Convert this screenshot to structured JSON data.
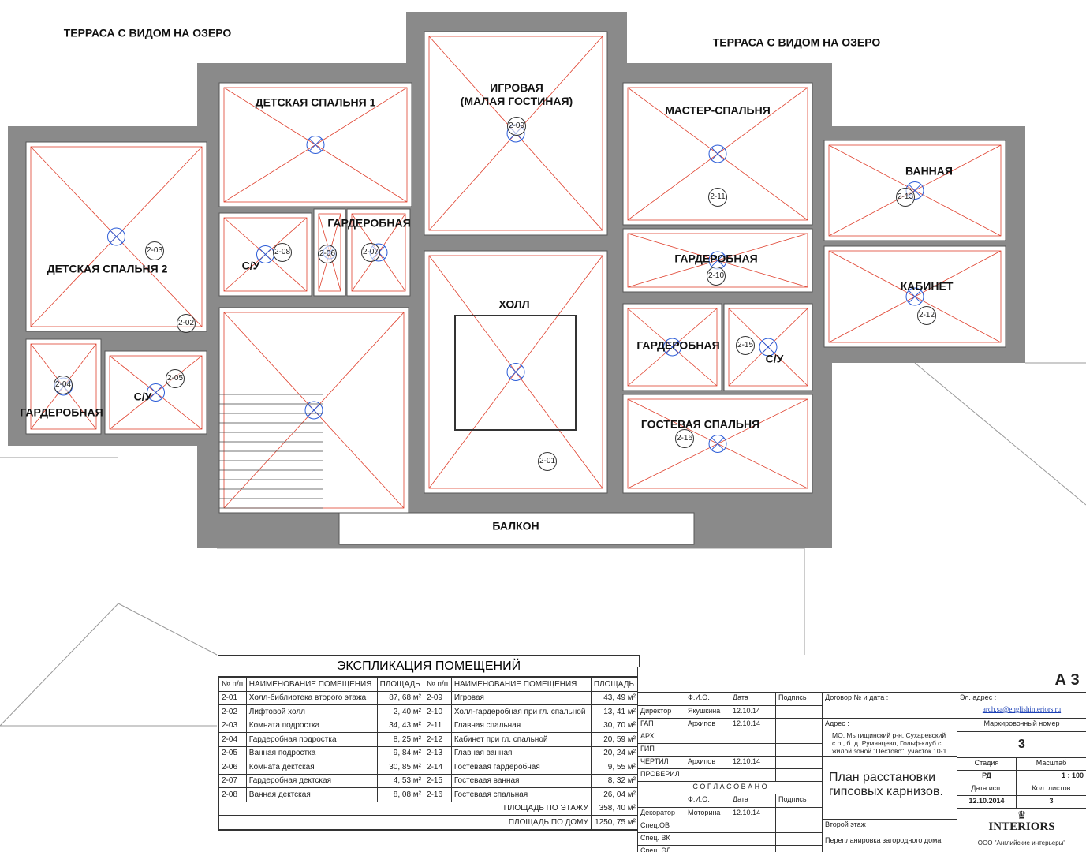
{
  "terrace_labels": [
    "ТЕРРАСА С ВИДОМ НА ОЗЕРО",
    "ТЕРРАСА С ВИДОМ НА ОЗЕРО"
  ],
  "rooms": [
    {
      "id": "kids1",
      "label": "ДЕТСКАЯ СПАЛЬНЯ 1",
      "num": ""
    },
    {
      "id": "play",
      "label": "ИГРОВАЯ\n(МАЛАЯ ГОСТИНАЯ)",
      "num": "2-09"
    },
    {
      "id": "master",
      "label": "МАСТЕР-СПАЛЬНЯ",
      "num": "2-11"
    },
    {
      "id": "bath",
      "label": "ВАННАЯ",
      "num": "2-13"
    },
    {
      "id": "cab",
      "label": "КАБИНЕТ",
      "num": "2-12"
    },
    {
      "id": "ward10",
      "label": "ГАРДЕРОБНАЯ",
      "num": "2-10"
    },
    {
      "id": "ward14",
      "label": "ГАРДЕРОБНАЯ",
      "num": ""
    },
    {
      "id": "wc15",
      "label": "С/У",
      "num": "2-15"
    },
    {
      "id": "guest",
      "label": "ГОСТЕВАЯ СПАЛЬНЯ",
      "num": "2-16"
    },
    {
      "id": "hall",
      "label": "ХОЛЛ",
      "num": "2-01"
    },
    {
      "id": "kids2",
      "label": "ДЕТСКАЯ СПАЛЬНЯ 2",
      "num": "2-03"
    },
    {
      "id": "ward04",
      "label": "ГАРДЕРОБНАЯ",
      "num": "2-04"
    },
    {
      "id": "wc05",
      "label": "С/У",
      "num": "2-05"
    },
    {
      "id": "wc08",
      "label": "С/У",
      "num": "2-08"
    },
    {
      "id": "ward07",
      "label": "ГАРДЕРОБНАЯ",
      "num": "2-07"
    },
    {
      "id": "r06",
      "label": "",
      "num": "2-06"
    },
    {
      "id": "r02",
      "label": "",
      "num": "2-02"
    },
    {
      "id": "balcony",
      "label": "БАЛКОН",
      "num": ""
    }
  ],
  "explication": {
    "title": "ЭКСПЛИКАЦИЯ ПОМЕЩЕНИЙ",
    "headers": [
      "№ п/п",
      "НАИМЕНОВАНИЕ ПОМЕЩЕНИЯ",
      "ПЛОЩАДЬ",
      "№ п/п",
      "НАИМЕНОВАНИЕ ПОМЕЩЕНИЯ",
      "ПЛОЩАДЬ"
    ],
    "rows": [
      [
        "2-01",
        "Холл-библиотека второго этажа",
        "87, 68 м²",
        "2-09",
        "Игровая",
        "43, 49 м²"
      ],
      [
        "2-02",
        "Лифтовой холл",
        "2, 40 м²",
        "2-10",
        "Холл-гардеробная при гл. спальной",
        "13, 41 м²"
      ],
      [
        "2-03",
        "Комната подростка",
        "34, 43 м²",
        "2-11",
        "Главная спальная",
        "30, 70 м²"
      ],
      [
        "2-04",
        "Гардеробная подростка",
        "8, 25 м²",
        "2-12",
        "Кабинет при гл. спальной",
        "20, 59 м²"
      ],
      [
        "2-05",
        "Ванная подростка",
        "9, 84 м²",
        "2-13",
        "Главная ванная",
        "20, 24 м²"
      ],
      [
        "2-06",
        "Комната дектская",
        "30, 85 м²",
        "2-14",
        "Гостеваая гардеробная",
        "9, 55 м²"
      ],
      [
        "2-07",
        "Гардеробная дектская",
        "4, 53 м²",
        "2-15",
        "Гостеваая ванная",
        "8, 32 м²"
      ],
      [
        "2-08",
        "Ванная дектская",
        "8, 08 м²",
        "2-16",
        "Гостеваая спальная",
        "26, 04 м²"
      ]
    ],
    "totals": [
      [
        "ПЛОЩАДЬ ПО ЭТАЖУ",
        "358, 40 м²"
      ],
      [
        "ПЛОЩАДЬ ПО ДОМУ",
        "1250, 75 м²"
      ]
    ]
  },
  "title_block": {
    "format": "А 3",
    "h_fio": "Ф.И.О.",
    "h_date": "Дата",
    "h_sign": "Подпись",
    "staff": [
      [
        "Директор",
        "Якушкина",
        "12.10.14"
      ],
      [
        "ГАП",
        "Архипов",
        "12.10.14"
      ],
      [
        "АРХ",
        "",
        ""
      ],
      [
        "ГИП",
        "",
        ""
      ],
      [
        "ЧЕРТИЛ",
        "Архипов",
        "12.10.14"
      ],
      [
        "ПРОВЕРИЛ",
        "",
        ""
      ]
    ],
    "agreed": "С О Г Л А С О В А Н О",
    "agreed_staff": [
      [
        "Декоратор",
        "Моторина",
        "12.10.14"
      ],
      [
        "Спец.ОВ",
        "",
        ""
      ],
      [
        "Спец. ВК",
        "",
        ""
      ],
      [
        "Спец. ЭЛ",
        "",
        ""
      ]
    ],
    "contract": "Договор № и дата :",
    "address_label": "Адрес :",
    "address": "МО, Мытищинский р-н, Сухаревский с.о., б. д. Румянцево, Гольф-клуб  с жилой зоной \"Пестово\", участок 10-1.",
    "drawing_title": "План расстановки гипсовых карнизов.",
    "floor": "Второй этаж",
    "project": "Перепланировка загородного дома",
    "email_label": "Эл. адрес :",
    "email": "arch.sa@englishinteriors.ru",
    "mark_label": "Маркировочный номер",
    "mark": "3",
    "stage_label": "Стадия",
    "scale_label": "Масштаб",
    "stage": "РД",
    "scale": "1 : 100",
    "date_label": "Дата исп.",
    "sheets_label": "Кол. листов",
    "date": "12.10.2014",
    "sheets": "3",
    "logo": "INTERIORS",
    "company": "ООО \"Английские интерьеры\""
  },
  "colors": {
    "wall": "#8a8a8a",
    "ceiling_lines": "#e0412e",
    "fixtures": "#2a5bd7",
    "furniture": "#9b2a1a"
  }
}
